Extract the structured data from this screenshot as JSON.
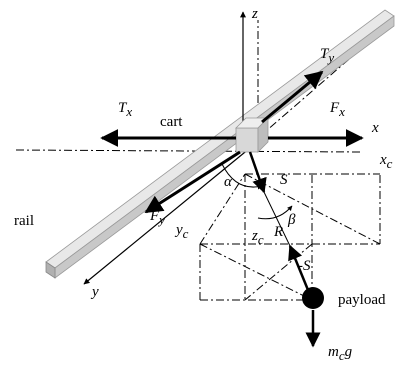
{
  "labels": {
    "z_axis": "z",
    "x_axis": "x",
    "y_axis": "y",
    "cart": "cart",
    "rail": "rail",
    "payload": "payload",
    "Tx_main": "T",
    "Tx_sub": "x",
    "Ty_main": "T",
    "Ty_sub": "y",
    "Fx_main": "F",
    "Fx_sub": "x",
    "Fy_main": "F",
    "Fy_sub": "y",
    "alpha": "α",
    "beta": "β",
    "S": "S",
    "negS": "-S",
    "R": "R",
    "xc_main": "x",
    "xc_sub": "c",
    "yc_main": "y",
    "yc_sub": "c",
    "zc_main": "z",
    "zc_sub": "c",
    "mcg_main": "m",
    "mcg_sub": "c",
    "mcg_g": "g"
  },
  "colors": {
    "rail_top": "#e8e8e8",
    "rail_side": "#c8c8c8",
    "cart_front": "#d8d8d8",
    "cart_top": "#eeeeee",
    "cart_side": "#bdbdbd",
    "payload": "#000000"
  }
}
